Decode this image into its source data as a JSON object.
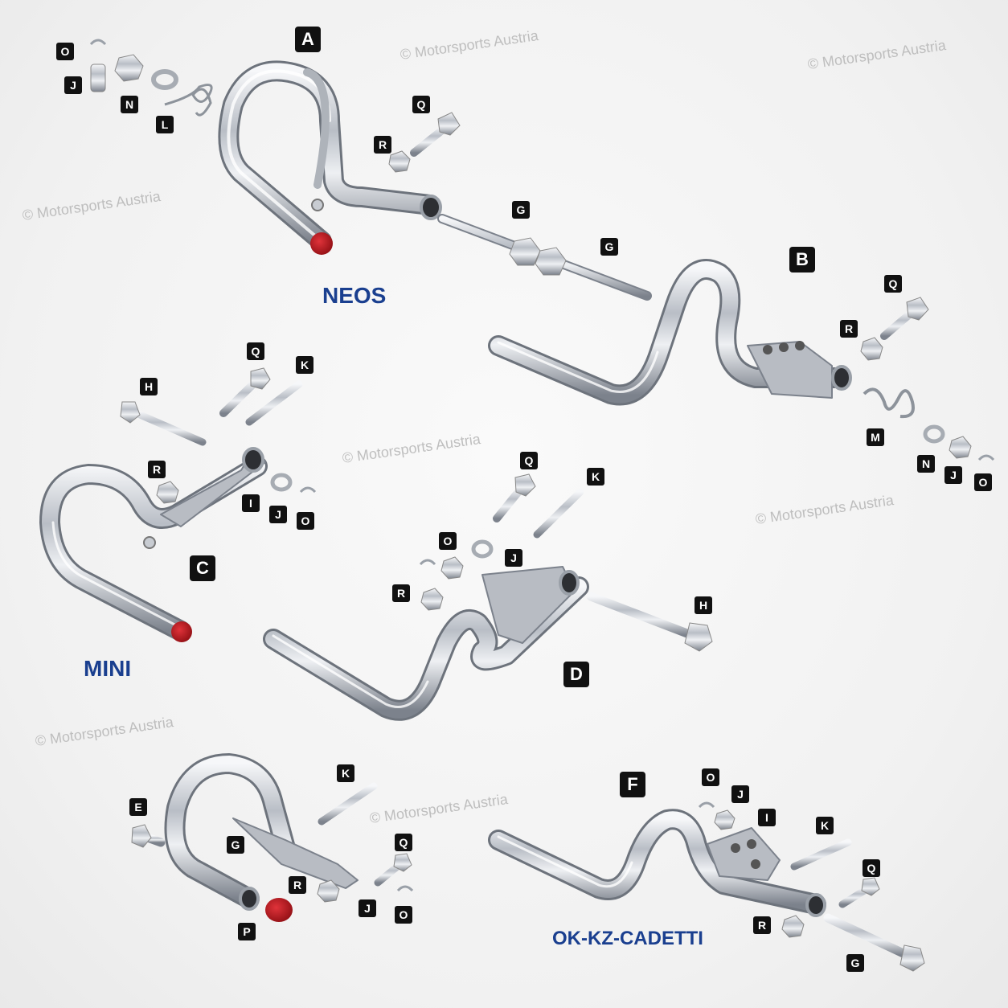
{
  "watermark": "© Motorsports Austria",
  "titles": {
    "neos": "NEOS",
    "mini": "MINI",
    "okkz": "OK-KZ-CADETTI"
  },
  "assemblies": {
    "A": "A",
    "B": "B",
    "C": "C",
    "D": "D",
    "F": "F"
  },
  "parts": {
    "E": "E",
    "G": "G",
    "H": "H",
    "I": "I",
    "J": "J",
    "K": "K",
    "L": "L",
    "M": "M",
    "N": "N",
    "O": "O",
    "P": "P",
    "Q": "Q",
    "R": "R"
  },
  "colors": {
    "title": "#1a3f8f",
    "label_bg": "#111111",
    "cap": "#c0141c",
    "chrome": "#c8ccd2"
  }
}
